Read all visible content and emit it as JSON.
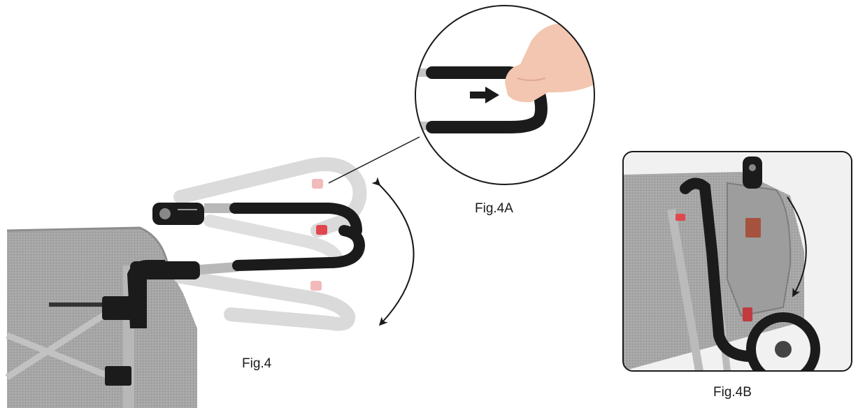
{
  "figures": {
    "main": {
      "caption": "Fig.4"
    },
    "zoom": {
      "caption": "Fig.4A"
    },
    "detail": {
      "caption": "Fig.4B"
    }
  },
  "colors": {
    "fabric": "#a9a9a9",
    "fabric_dark": "#8e8e8e",
    "frame_black": "#1b1b1b",
    "tube_silver": "#b9b9b9",
    "ghost_handle": "#d6d6d6",
    "release_button_red": "#e0484e",
    "skin": "#f2c6b0",
    "leather_tag": "#a5533e"
  },
  "icons": [
    "push-arrow-icon",
    "rotation-arc-arrow-icon",
    "rotation-arc-arrow-icon"
  ]
}
